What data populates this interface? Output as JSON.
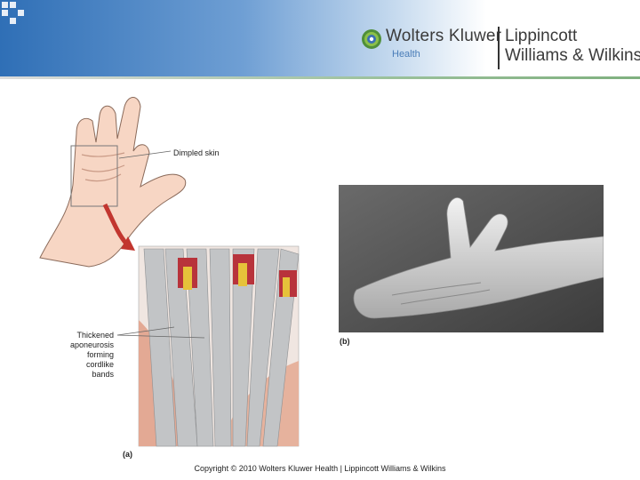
{
  "header": {
    "brand_primary": "Wolters Kluwer",
    "brand_sub": "Health",
    "brand_secondary_line1": "Lippincott",
    "brand_secondary_line2": "Williams & Wilkins",
    "logo_icon": "wolters-kluwer-logo-icon",
    "colors": {
      "header_blue": "#2f6fb6",
      "rule_green": "#7fb07f"
    }
  },
  "figure": {
    "label_dimpled": "Dimpled skin",
    "label_thickened": [
      "Thickened",
      "aponeurosis",
      "forming",
      "cordlike",
      "bands"
    ],
    "panel_a": "(a)",
    "panel_b": "(b)"
  },
  "footer": {
    "copyright": "Copyright © 2010 Wolters Kluwer Health | Lippincott Williams & Wilkins"
  }
}
